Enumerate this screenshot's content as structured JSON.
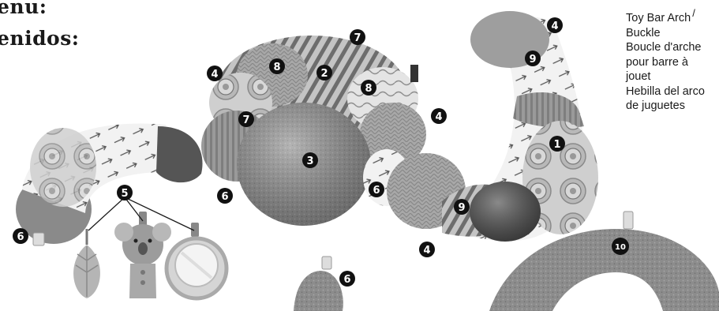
{
  "headings": {
    "line1": "enu:",
    "line2": "enidos:"
  },
  "caption": {
    "line1": "Toy Bar Arch",
    "slash": "/",
    "line2": "Buckle",
    "line3": "Boucle d'arche",
    "line4": "pour barre à",
    "line5": "jouet",
    "line6": "Hebilla del arco",
    "line7": "de juguetes"
  },
  "callouts": {
    "n1": "1",
    "n2": "2",
    "n3": "3",
    "n4": "4",
    "n5": "5",
    "n6": "6",
    "n7": "7",
    "n8": "8",
    "n9": "9",
    "n10": "10"
  }
}
